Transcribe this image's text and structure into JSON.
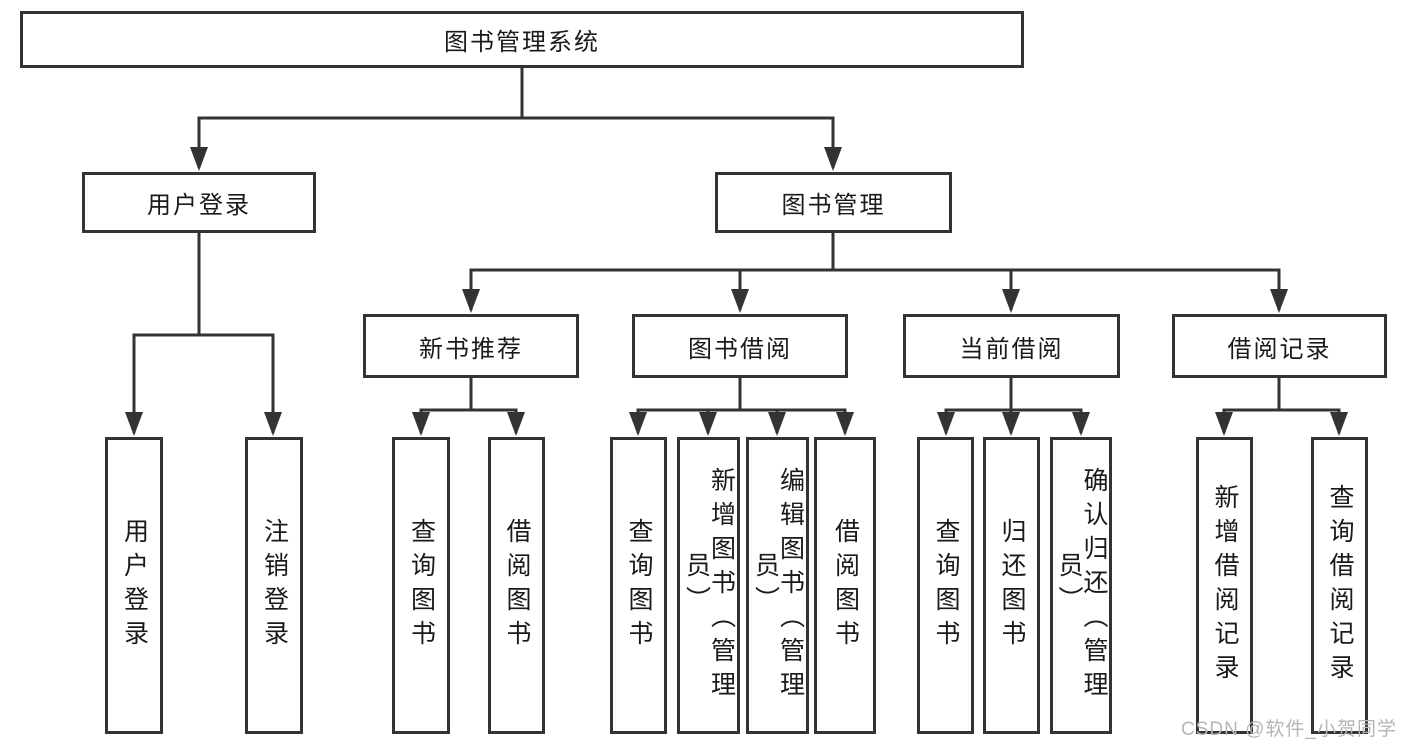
{
  "watermark": "CSDN @软件_小贺同学",
  "colors": {
    "line": "#333333",
    "box_border": "#333333",
    "text": "#1a1a1a",
    "watermark": "#b5b5b5",
    "background": "#ffffff"
  },
  "tree": {
    "root": {
      "label": "图书管理系统"
    },
    "branches": [
      {
        "label": "用户登录",
        "children": [
          "用户登录",
          "注销登录"
        ]
      },
      {
        "label": "图书管理",
        "children": [
          {
            "label": "新书推荐",
            "children": [
              "查询图书",
              "借阅图书"
            ]
          },
          {
            "label": "图书借阅",
            "children": [
              "查询图书",
              "新增图书（管理员）",
              "编辑图书（管理员）",
              "借阅图书"
            ]
          },
          {
            "label": "当前借阅",
            "children": [
              "查询图书",
              "归还图书",
              "确认归还（管理员）"
            ]
          },
          {
            "label": "借阅记录",
            "children": [
              "新增借阅记录",
              "查询借阅记录"
            ]
          }
        ]
      }
    ]
  }
}
